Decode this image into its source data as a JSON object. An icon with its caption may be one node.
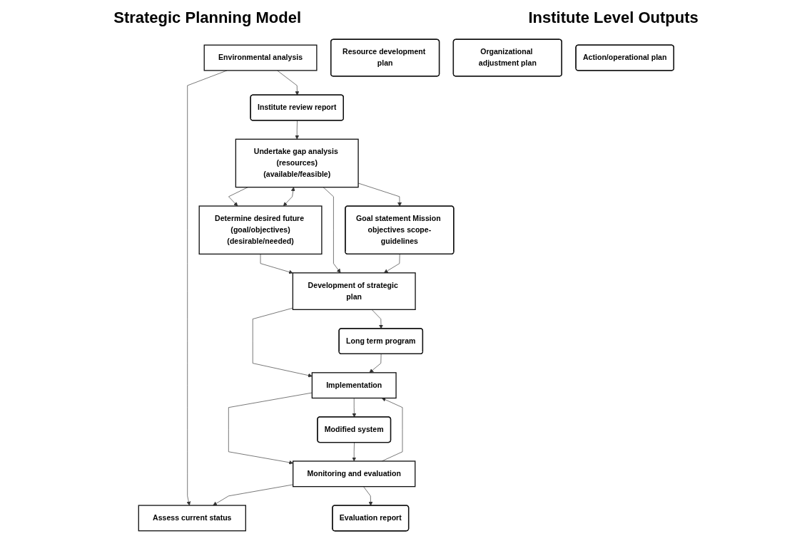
{
  "diagram": {
    "nodes": [
      {
        "text": [
          "Assess current status"
        ]
      },
      {
        "text": [
          "Environmental analysis"
        ]
      },
      {
        "text": [
          "Determine desired future (goal/objectives)",
          "(desirable/needed)"
        ]
      },
      {
        "text": [
          "Undertake gap analysis (resources)",
          "(available/feasible)"
        ]
      },
      {
        "text": [
          "Development of strategic plan"
        ]
      },
      {
        "text": [
          "Implementation"
        ]
      },
      {
        "text": [
          "Monitoring and evaluation"
        ]
      },
      {
        "text": [
          "Institute review report"
        ]
      },
      {
        "text": [
          "Goal statement Mission objectives scope-guidelines"
        ]
      },
      {
        "text": [
          "Long term program"
        ]
      },
      {
        "text": [
          "Resource development plan"
        ]
      },
      {
        "text": [
          "Organizational adjustment plan"
        ]
      },
      {
        "text": [
          "Action/operational plan"
        ]
      },
      {
        "text": [
          "Modified system"
        ]
      },
      {
        "text": [
          "Evaluation report"
        ]
      }
    ],
    "edges": [
      {
        "from": 1,
        "to": 0,
        "arrow": "to"
      },
      {
        "from": 3,
        "to": 2,
        "arrow": "to"
      },
      {
        "from": 2,
        "to": 3,
        "arrow": "both"
      },
      {
        "from": 2,
        "to": 4,
        "arrow": "to"
      },
      {
        "from": 3,
        "to": 4,
        "arrow": "to"
      },
      {
        "from": 4,
        "to": 5,
        "arrow": "to"
      },
      {
        "from": 5,
        "to": 6,
        "arrow": "to"
      },
      {
        "from": 6,
        "to": 0,
        "arrow": "to"
      },
      {
        "from": 6,
        "to": 5,
        "arrow": "to"
      },
      {
        "from": 1,
        "to": 7,
        "arrow": "to"
      },
      {
        "from": 7,
        "to": 3,
        "arrow": "to"
      },
      {
        "from": 3,
        "to": 8,
        "arrow": "to"
      },
      {
        "from": 8,
        "to": 4,
        "arrow": "to"
      },
      {
        "from": 4,
        "to": 9,
        "arrow": "to"
      },
      {
        "from": 9,
        "to": 5,
        "arrow": "to"
      },
      {
        "from": 5,
        "to": 13,
        "arrow": "to"
      },
      {
        "from": 13,
        "to": 6,
        "arrow": "to"
      },
      {
        "from": 6,
        "to": 14,
        "arrow": "to"
      }
    ],
    "labels": [
      "Strategic Planning Model",
      "Institute Level Outputs"
    ]
  }
}
